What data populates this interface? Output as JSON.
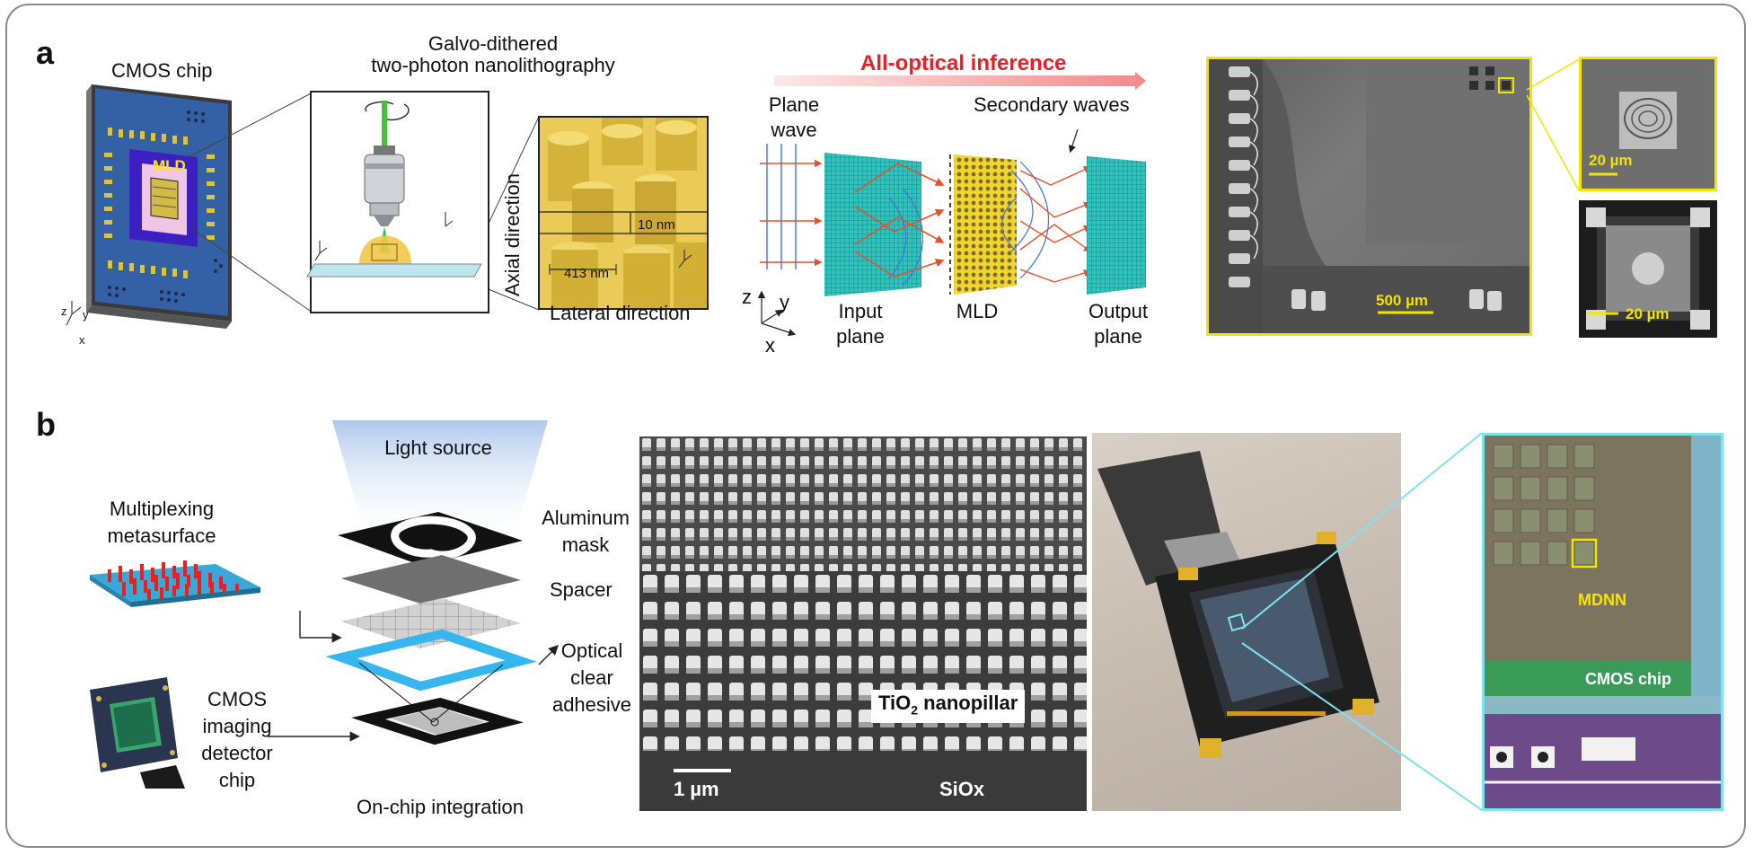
{
  "panel_a": {
    "letter": "a",
    "cmos_chip_label": "CMOS chip",
    "mld_chip_label": "MLD",
    "lithography_title_line1": "Galvo-dithered",
    "lithography_title_line2": "two-photon nanolithography",
    "dim_vertical": "10 nm",
    "dim_horizontal": "413 nm",
    "axial_direction": "Axial direction",
    "lateral_direction": "Lateral direction",
    "inference_title": "All-optical inference",
    "plane_wave_line1": "Plane",
    "plane_wave_line2": "wave",
    "secondary_waves": "Secondary waves",
    "input_plane_line1": "Input",
    "input_plane_line2": "plane",
    "mld_label": "MLD",
    "output_plane_line1": "Output",
    "output_plane_line2": "plane",
    "axis_z": "z",
    "axis_y": "y",
    "axis_x": "x",
    "scale_500": "500 µm",
    "scale_20a": "20 µm",
    "scale_20b": "20 µm",
    "colors": {
      "inference_red": "#e8202a",
      "highlight_yellow": "#f5ea00",
      "pillar_gold": "#e9cf4a",
      "grid_cyan": "#2ec4c0",
      "chip_blue": "#2f5b9e"
    }
  },
  "panel_b": {
    "letter": "b",
    "light_source": "Light source",
    "metasurface_line1": "Multiplexing",
    "metasurface_line2": "metasurface",
    "cmos_line1": "CMOS",
    "cmos_line2": "imaging",
    "cmos_line3": "detector",
    "cmos_line4": "chip",
    "aluminum_line1": "Aluminum",
    "aluminum_line2": "mask",
    "spacer": "Spacer",
    "adhesive_line1": "Optical",
    "adhesive_line2": "clear",
    "adhesive_line3": "adhesive",
    "integration": "On-chip integration",
    "nanopillar_main": "TiO",
    "nanopillar_sub": "2",
    "nanopillar_rest": " nanopillar",
    "scale_1um": "1 µm",
    "siox": "SiOx",
    "mdnn": "MDNN",
    "cmos_chip": "CMOS chip",
    "colors": {
      "cyan_box": "#7fe3ee",
      "mdnn_yellow": "#f5e600"
    }
  }
}
